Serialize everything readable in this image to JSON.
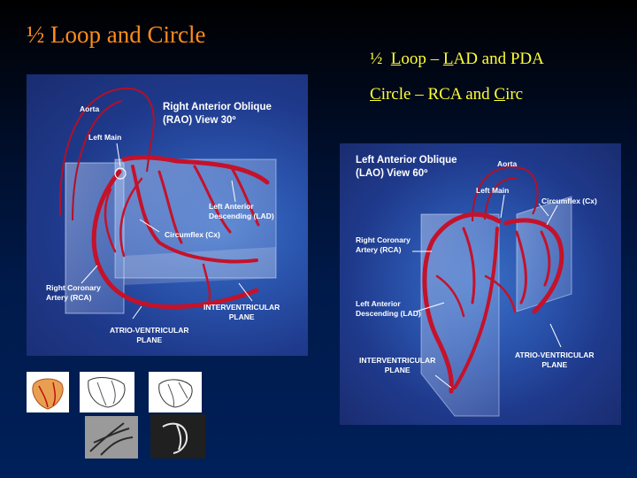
{
  "slide": {
    "title": "½ Loop and Circle",
    "line1": {
      "prefix": "½  ",
      "u1": "L",
      "a": "oop – ",
      "u2": "L",
      "b": "AD and PDA"
    },
    "line2": {
      "u1": "C",
      "a": "ircle – RCA and ",
      "u2": "C",
      "b": "irc"
    }
  },
  "rao": {
    "title_line1": "Right Anterior Oblique",
    "title_line2": "(RAO) View 30º",
    "aorta": "Aorta",
    "left_main": "Left Main",
    "lad_line1": "Left Anterior",
    "lad_line2": "Descending (LAD)",
    "circumflex": "Circumflex (Cx)",
    "rca_line1": "Right Coronary",
    "rca_line2": "Artery (RCA)",
    "iv_line1": "INTERVENTRICULAR",
    "iv_line2": "PLANE",
    "av_line1": "ATRIO-VENTRICULAR",
    "av_line2": "PLANE"
  },
  "lao": {
    "title_line1": "Left Anterior Oblique",
    "title_line2": "(LAO) View 60º",
    "aorta": "Aorta",
    "left_main": "Left Main",
    "circumflex": "Circumflex (Cx)",
    "rca_line1": "Right Coronary",
    "rca_line2": "Artery (RCA)",
    "lad_line1": "Left Anterior",
    "lad_line2": "Descending (LAD)",
    "iv_line1": "INTERVENTRICULAR",
    "iv_line2": "PLANE",
    "av_line1": "ATRIO-VENTRICULAR",
    "av_line2": "PLANE"
  },
  "colors": {
    "title": "#ff8c1a",
    "bullets": "#ffff33",
    "vessel": "#c4122a",
    "panel": "#2a54ad"
  }
}
